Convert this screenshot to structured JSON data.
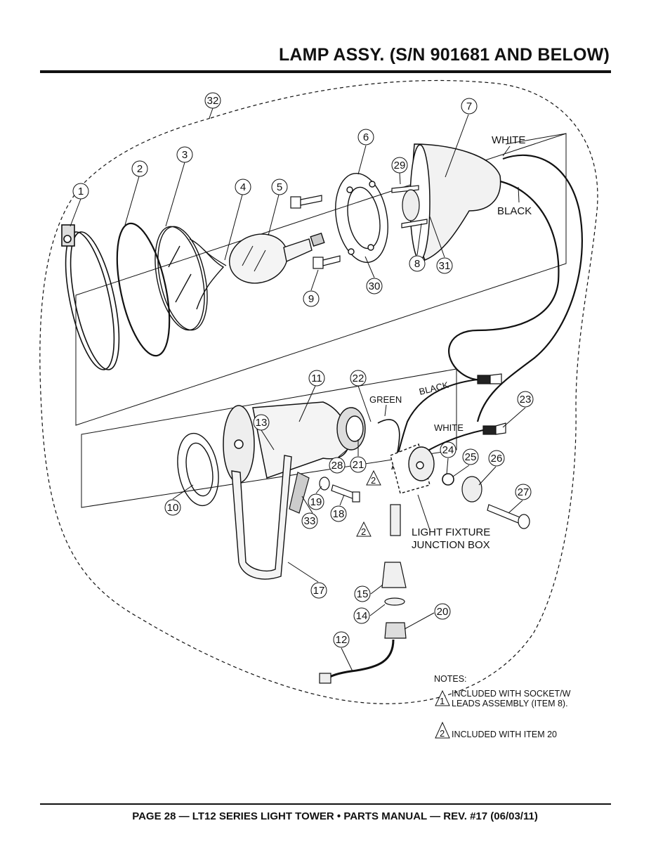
{
  "header": {
    "title": "LAMP ASSY. (S/N 901681 AND BELOW)"
  },
  "footer": {
    "text": "PAGE 28 — LT12 SERIES LIGHT TOWER • PARTS MANUAL — REV. #17 (06/03/11)"
  },
  "diagram": {
    "callouts": [
      "1",
      "2",
      "3",
      "4",
      "5",
      "6",
      "7",
      "8",
      "9",
      "10",
      "11",
      "12",
      "13",
      "14",
      "15",
      "17",
      "18",
      "19",
      "20",
      "21",
      "22",
      "23",
      "24",
      "25",
      "26",
      "27",
      "28",
      "29",
      "30",
      "31",
      "32",
      "33"
    ],
    "wire_labels": {
      "white_top": "WHITE",
      "black_top": "BLACK",
      "green": "GREEN",
      "black_mid": "BLACK",
      "white_mid": "WHITE"
    },
    "junction_box_label": [
      "LIGHT FIXTURE",
      "JUNCTION BOX"
    ],
    "marker_2a": "2",
    "marker_2b": "2"
  },
  "notes": {
    "heading": "NOTES:",
    "note1_marker": "1",
    "note1_lines": [
      "INCLUDED WITH SOCKET/W",
      "LEADS ASSEMBLY (ITEM 8)."
    ],
    "note2_marker": "2",
    "note2_text": "INCLUDED WITH ITEM 20"
  }
}
